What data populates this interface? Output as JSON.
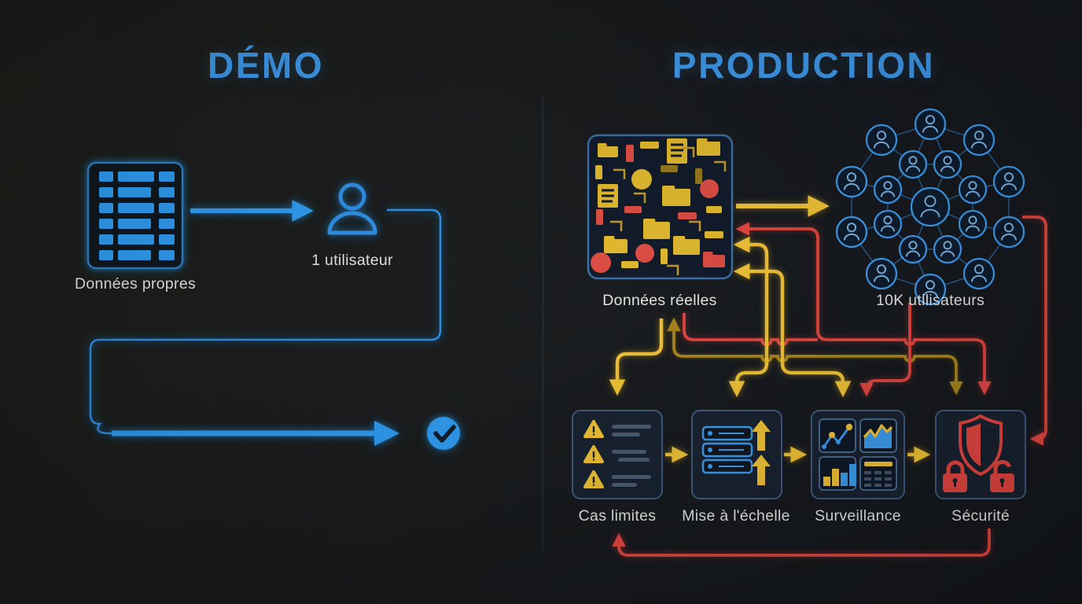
{
  "left_panel": {
    "title": "DÉMO",
    "data_source_label": "Données propres",
    "user_label": "1 utilisateur"
  },
  "right_panel": {
    "title": "PRODUCTION",
    "data_source_label": "Données réelles",
    "users_label": "10K utilisateurs",
    "challenge_boxes": [
      {
        "label": "Cas limites"
      },
      {
        "label": "Mise à l'échelle"
      },
      {
        "label": "Surveillance"
      },
      {
        "label": "Sécurité"
      }
    ]
  },
  "colors": {
    "accent_blue": "#3d9aee",
    "flow_blue": "#2e9df4",
    "flow_yellow": "#f2c335",
    "flow_dark_gold": "#a8861d",
    "flow_red": "#e5443f",
    "label_text": "#e8e8e6"
  }
}
